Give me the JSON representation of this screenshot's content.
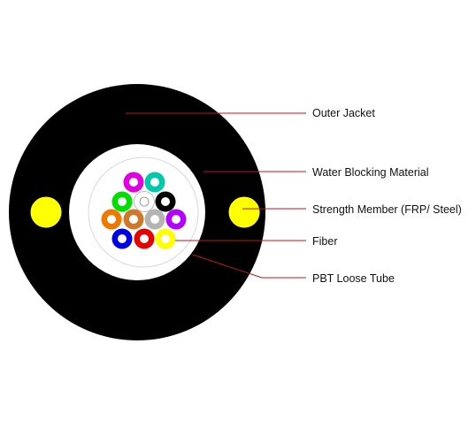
{
  "labels": {
    "outer_jacket": "Outer Jacket",
    "water_blocking": "Water Blocking Material",
    "strength_member": "Strength Member (FRP/ Steel)",
    "fiber": "Fiber",
    "loose_tube": "PBT Loose Tube"
  },
  "colors": {
    "jacket": "#000000",
    "core": "#ffffff",
    "strength_member": "#ffff00",
    "leader_line": "#c0131f",
    "loose_tube_outline": "#d9d9d9"
  },
  "fibers": [
    {
      "name": "fiber-pink",
      "color": "#e000e0"
    },
    {
      "name": "fiber-aqua",
      "color": "#00c8aa"
    },
    {
      "name": "fiber-green",
      "color": "#00e000"
    },
    {
      "name": "fiber-white",
      "color": "#ffffff"
    },
    {
      "name": "fiber-black",
      "color": "#000000"
    },
    {
      "name": "fiber-orange",
      "color": "#f07800"
    },
    {
      "name": "fiber-brown",
      "color": "#d0782a"
    },
    {
      "name": "fiber-gray",
      "color": "#b4b4b4"
    },
    {
      "name": "fiber-violet",
      "color": "#b400ff"
    },
    {
      "name": "fiber-blue",
      "color": "#0000e6"
    },
    {
      "name": "fiber-red",
      "color": "#e60000"
    },
    {
      "name": "fiber-yellow",
      "color": "#ffff00"
    }
  ]
}
